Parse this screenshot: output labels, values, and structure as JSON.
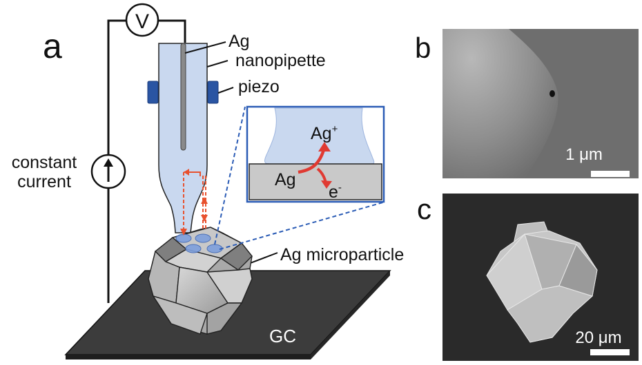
{
  "panels": {
    "a": {
      "letter": "a",
      "voltmeter_symbol": "V",
      "labels": {
        "ag_wire": "Ag",
        "nanopipette": "nanopipette",
        "piezo": "piezo",
        "constant_current_line1": "constant",
        "constant_current_line2": "current",
        "ag_microparticle": "Ag microparticle",
        "substrate": "GC"
      },
      "inset": {
        "product_ion": "Ag",
        "product_ion_charge": "+",
        "reactant": "Ag",
        "electron": "e",
        "electron_charge": "-"
      }
    },
    "b": {
      "letter": "b",
      "scale_bar": "1 μm"
    },
    "c": {
      "letter": "c",
      "scale_bar": "20 μm"
    }
  },
  "colors": {
    "pipette_fill": "#c9d8ef",
    "piezo": "#2a55a3",
    "inset_border": "#2a5bb5",
    "reaction_arrow": "#e03a32",
    "scan_arrow": "#e8512e",
    "substrate": "#3a3a3a",
    "particle": "#b9b9b9"
  }
}
